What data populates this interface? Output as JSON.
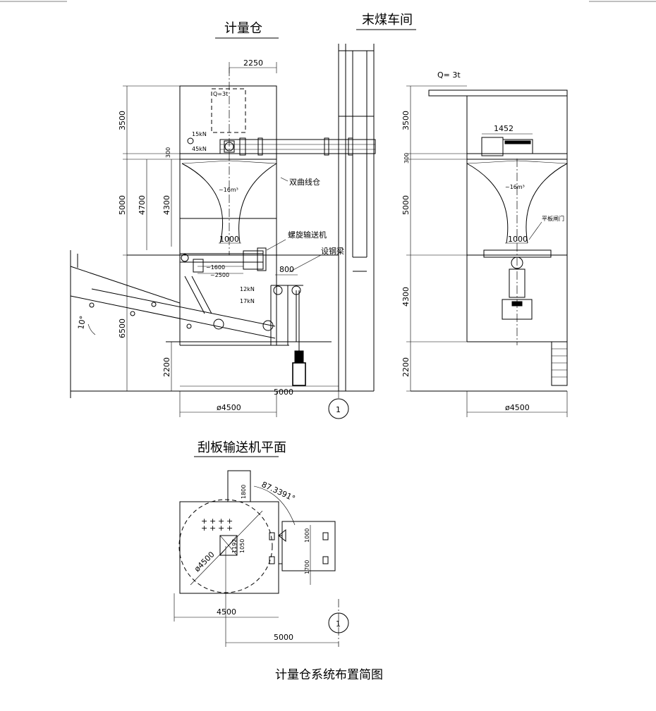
{
  "titles": {
    "left_section": "计量仓",
    "right_section": "末煤车间",
    "plan_section": "刮板输送机平面",
    "caption": "计量仓系统布置简图"
  },
  "elevation_left": {
    "dim_top_width": "2250",
    "q_label": "Q=3t",
    "load_top": "15kN",
    "load_bottom": "45kN",
    "vert_3500": "3500",
    "vert_300": "300",
    "vert_5000": "5000",
    "vert_4700": "4700",
    "vert_4300": "4300",
    "vert_6500": "6500",
    "vert_2200": "2200",
    "volume": "~16m³",
    "outlet_width": "1000",
    "label_hopper": "双曲线仓",
    "label_screw": "螺旋输送机",
    "label_beam": "设钢梁",
    "dim_800": "800",
    "dim_1600": "~1600",
    "dim_2500": "~2500",
    "load2_top": "12kN",
    "load2_bottom": "17kN",
    "angle": "10°",
    "dim_5000": "5000",
    "dim_diameter": "ø4500",
    "axis_mark": "1"
  },
  "elevation_right": {
    "q_label": "Q= 3t",
    "dim_1452": "1452",
    "vert_3500": "3500",
    "vert_300": "300",
    "vert_5000": "5000",
    "vert_4300": "4300",
    "vert_2200": "2200",
    "volume": "~16m³",
    "outlet_width": "1000",
    "label_gate": "平板闸门",
    "dim_diameter": "ø4500"
  },
  "plan": {
    "dim_1800": "1800",
    "angle": "87.3391°",
    "dim_diameter": "ø4500",
    "dim_1700": "1700",
    "dim_1000": "1000",
    "dim_1192": "1192",
    "dim_1050": "1050",
    "dim_4500": "4500",
    "dim_5000": "5000",
    "axis_mark": "1"
  }
}
